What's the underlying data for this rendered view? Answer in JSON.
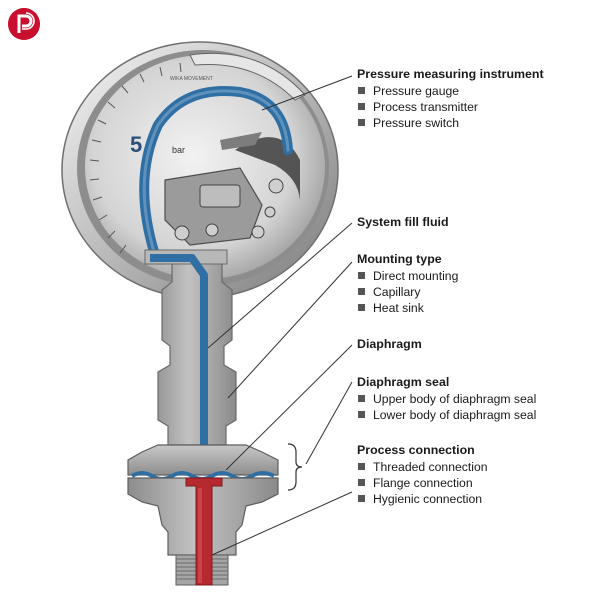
{
  "logo": {
    "name": "brand-logo",
    "color": "#c8102e"
  },
  "gauge": {
    "dial_number": "5",
    "dial_text": "bar",
    "brand_text": "WIKA MOVEMENT"
  },
  "colors": {
    "fill_fluid": "#2f6fa3",
    "process_media": "#b52a2f",
    "body_gray": "#a9a9a9",
    "leader_line": "#333333"
  },
  "labels": [
    {
      "title": "Pressure measuring instrument",
      "items": [
        "Pressure gauge",
        "Process transmitter",
        "Pressure switch"
      ]
    },
    {
      "title": "System fill fluid",
      "items": []
    },
    {
      "title": "Mounting type",
      "items": [
        "Direct mounting",
        "Capillary",
        "Heat sink"
      ]
    },
    {
      "title": "Diaphragm",
      "items": []
    },
    {
      "title": "Diaphragm seal",
      "items": [
        "Upper body of diaphragm seal",
        "Lower body of diaphragm seal"
      ]
    },
    {
      "title": "Process connection",
      "items": [
        "Threaded connection",
        "Flange connection",
        "Hygienic connection"
      ]
    }
  ]
}
